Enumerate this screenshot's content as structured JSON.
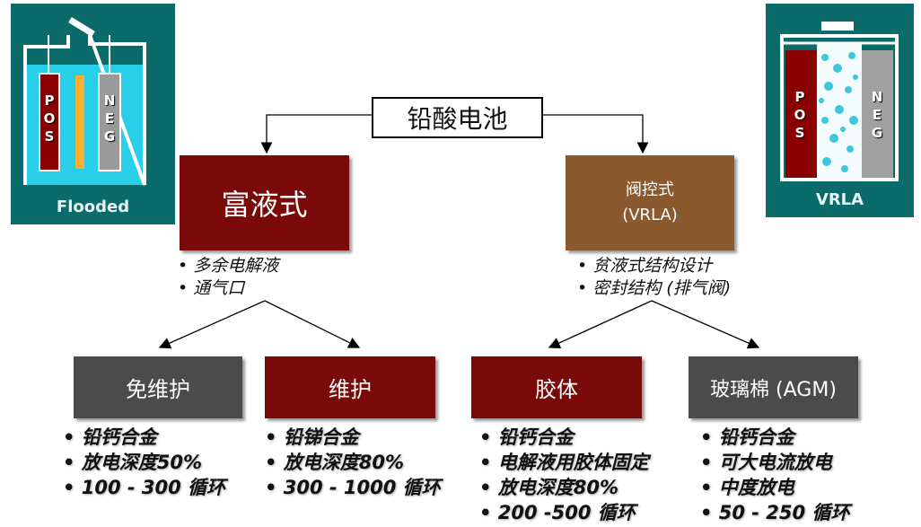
{
  "left_image": {
    "label": "Flooded",
    "pos": "POS",
    "neg": "NEG"
  },
  "right_image": {
    "label": "VRLA",
    "pos": "POS",
    "neg": "NEG"
  },
  "root": "铅酸电池",
  "flooded": {
    "title": "富液式",
    "bullets": [
      "多余电解液",
      "通气口"
    ]
  },
  "vrla": {
    "title_line1": "阀控式",
    "title_line2": "(VRLA)",
    "bullets": [
      "贫液式结构设计",
      "密封结构 (排气阀)"
    ]
  },
  "leaves": [
    {
      "title": "免维护",
      "bullets": [
        "铅钙合金",
        "放电深度50%",
        "100 - 300 循环"
      ]
    },
    {
      "title": "维护",
      "bullets": [
        "铅锑合金",
        "放电深度80%",
        "300 - 1000 循环"
      ]
    },
    {
      "title": "胶体",
      "bullets": [
        "铅钙合金",
        "电解液用胶体固定",
        "放电深度80%",
        "200 -500 循环"
      ]
    },
    {
      "title": "玻璃棉 (AGM)",
      "bullets": [
        "铅钙合金",
        "可大电流放电",
        "中度放电",
        "50 - 250 循环"
      ]
    }
  ],
  "colors": {
    "red": "#7a0a0a",
    "brown": "#8a5a2e",
    "gray": "#4b4b4b",
    "teal": "#0b6a6a"
  }
}
